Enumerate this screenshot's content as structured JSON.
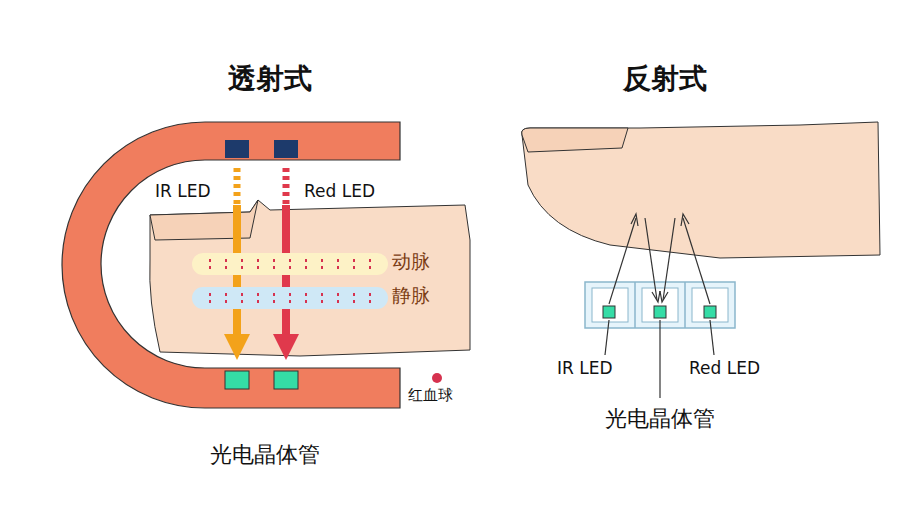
{
  "diagram": {
    "nodes": [
      {
        "text": [
          "动脉"
        ]
      },
      {
        "text": [
          "静脉"
        ]
      }
    ],
    "labels": [
      "透射式",
      "IR LED",
      "Red LED",
      "红血球",
      "光电晶体管",
      "反射式",
      "IR LED",
      "Red LED",
      "光电晶体管"
    ]
  }
}
